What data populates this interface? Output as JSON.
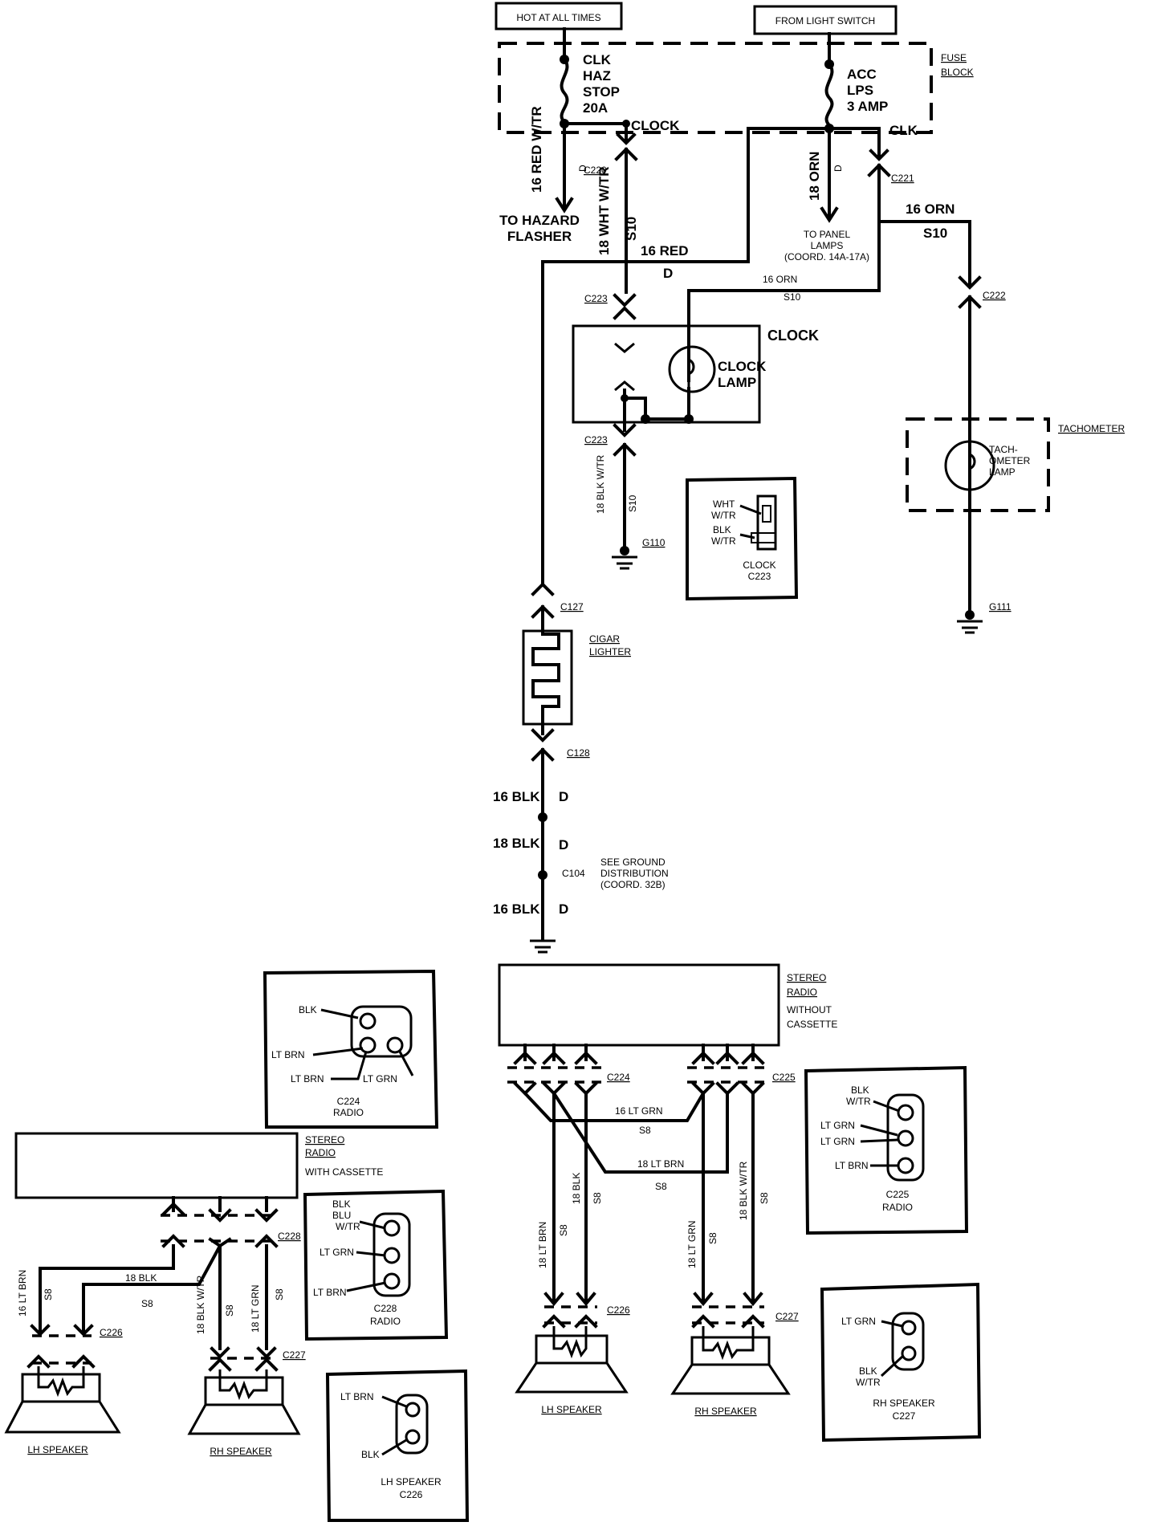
{
  "power": {
    "hot_at_all_times": "HOT AT ALL TIMES",
    "from_light_switch": "FROM LIGHT SWITCH"
  },
  "fuse_block": {
    "label": "FUSE BLOCK",
    "fuse_left": [
      "CLK",
      "HAZ",
      "STOP",
      "20A"
    ],
    "fuse_right": [
      "ACC",
      "LPS",
      "3 AMP"
    ],
    "clock_label": "CLOCK",
    "clk_label": "CLK"
  },
  "wires": {
    "w16_red_wtr": "16 RED W/TR",
    "d": "D",
    "to_hazard": "TO HAZARD FLASHER",
    "c220": "C220",
    "w18_wht_wtr": "18 WHT W/TR",
    "s10": "S10",
    "w16_red": "16 RED",
    "w18_orn": "18 ORN",
    "to_panel_lamps": [
      "TO PANEL",
      "LAMPS",
      "(COORD. 14A-17A)"
    ],
    "c221": "C221",
    "w16_orn": "16 ORN",
    "c222": "C222",
    "w16_orn_small": "16 ORN",
    "s10_small": "S10",
    "c223_top": "C223",
    "c223_bottom": "C223",
    "w18_blk_wtr": "18 BLK W/TR",
    "s10_vert": "S10",
    "g110": "G110",
    "g111": "G111",
    "c127": "C127",
    "c128": "C128",
    "w16_blk_1": "16 BLK",
    "w18_blk_2": "18 BLK",
    "w16_blk_3": "16 BLK",
    "c104": "C104",
    "see_ground": [
      "SEE GROUND",
      "DISTRIBUTION",
      "(COORD. 32B)"
    ]
  },
  "components": {
    "clock": "CLOCK",
    "clock_lamp": [
      "CLOCK",
      "LAMP"
    ],
    "tachometer": "TACHOMETER",
    "tach_lamp": [
      "TACH-",
      "OMETER",
      "LAMP"
    ],
    "cigar_lighter": [
      "CIGAR",
      "LIGHTER"
    ]
  },
  "connector_views": {
    "clock_c223": {
      "wht": "WHT",
      "wtr1": "W/TR",
      "blk": "BLK",
      "wtr2": "W/TR",
      "title": [
        "CLOCK",
        "C223"
      ]
    },
    "c224_radio": {
      "blk": "BLK",
      "lt_brn1": "LT BRN",
      "lt_brn2": "LT BRN",
      "lt_grn": "LT GRN",
      "title": [
        "C224",
        "RADIO"
      ]
    },
    "c228_radio": {
      "blk": "BLK",
      "blu": "BLU",
      "wtr": "W/TR",
      "lt_grn": "LT GRN",
      "lt_brn": "LT BRN",
      "title": [
        "C228",
        "RADIO"
      ]
    },
    "c225_radio": {
      "blk": "BLK",
      "wtr": "W/TR",
      "lt_grn1": "LT GRN",
      "lt_grn2": "LT GRN",
      "lt_brn": "LT BRN",
      "title": [
        "C225",
        "RADIO"
      ]
    },
    "rh_speaker_c227": {
      "lt_grn": "LT GRN",
      "blk": "BLK",
      "wtr": "W/TR",
      "title": [
        "RH SPEAKER",
        "C227"
      ]
    },
    "lh_speaker_c226": {
      "lt_brn": "LT BRN",
      "blk": "BLK",
      "title": [
        "LH SPEAKER",
        "C226"
      ]
    }
  },
  "radio_with_cassette": {
    "title": [
      "STEREO",
      "RADIO",
      "WITH CASSETTE"
    ],
    "c228": "C228",
    "c226": "C226",
    "c227": "C227",
    "w16_lt_brn": "16 LT BRN",
    "s8a": "S8",
    "w18_blk": "18 BLK",
    "s8b": "S8",
    "w18_blk_wtr": "18 BLK W/TR",
    "s8c": "S8",
    "w18_lt_grn": "18 LT GRN",
    "s8d": "S8",
    "lh_speaker": "LH SPEAKER",
    "rh_speaker": "RH SPEAKER"
  },
  "radio_without_cassette": {
    "title": [
      "STEREO",
      "RADIO",
      "WITHOUT",
      "CASSETTE"
    ],
    "c224": "C224",
    "c225": "C225",
    "c226": "C226",
    "c227": "C227",
    "w16_lt_grn": "16 LT GRN",
    "s8a": "S8",
    "w18_lt_brn": "18 LT BRN",
    "s8b": "S8",
    "w18_lt_brn_v": "18 LT BRN",
    "s8c": "S8",
    "w18_blk_v": "18 BLK",
    "s8d": "S8",
    "w18_lt_grn_v": "18 LT GRN",
    "s8e": "S8",
    "w18_blk_wtr_v": "18 BLK W/TR",
    "s8f": "S8",
    "lh_speaker": "LH SPEAKER",
    "rh_speaker": "RH SPEAKER"
  }
}
